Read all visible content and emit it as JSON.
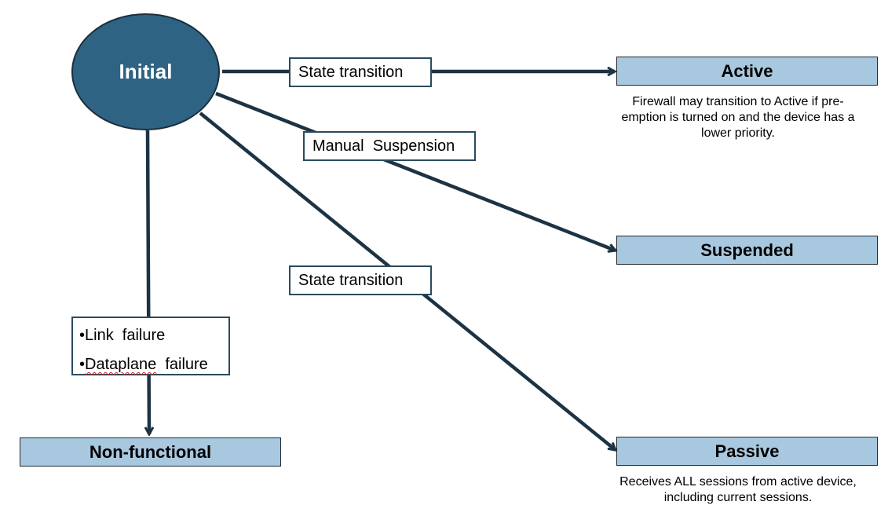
{
  "nodes": {
    "initial": "Initial",
    "active": "Active",
    "suspended": "Suspended",
    "passive": "Passive",
    "non_functional": "Non-functional"
  },
  "edge_labels": {
    "initial_to_active": "State transition",
    "manual_suspension": "Manual  Suspension",
    "initial_to_passive": "State transition",
    "failure_items": [
      "•Link  failure",
      "•",
      "Dataplane",
      "  failure"
    ]
  },
  "notes": {
    "active_line1": "Firewall may transition to Active if pre-",
    "active_line2": "emption is turned on and the device has a",
    "active_line3": "lower priority.",
    "passive_line1": "Receives ALL sessions from active device,",
    "passive_line2": "including current sessions."
  },
  "colors": {
    "initial_fill": "#2e6383",
    "state_fill": "#a8c8df",
    "arrow": "#1c3344"
  }
}
